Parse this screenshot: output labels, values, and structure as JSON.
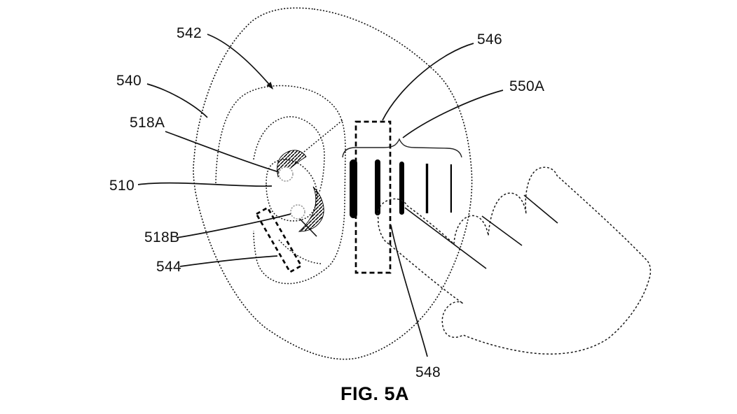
{
  "figure": {
    "caption": "FIG. 5A",
    "labels": {
      "l510": "510",
      "l518A": "518A",
      "l518B": "518B",
      "l540": "540",
      "l542": "542",
      "l544": "544",
      "l546": "546",
      "l548": "548",
      "l550A": "550A"
    },
    "graphics": {
      "signal_bar_count": 5,
      "line_color": "#000000",
      "background_color": "#ffffff"
    }
  }
}
